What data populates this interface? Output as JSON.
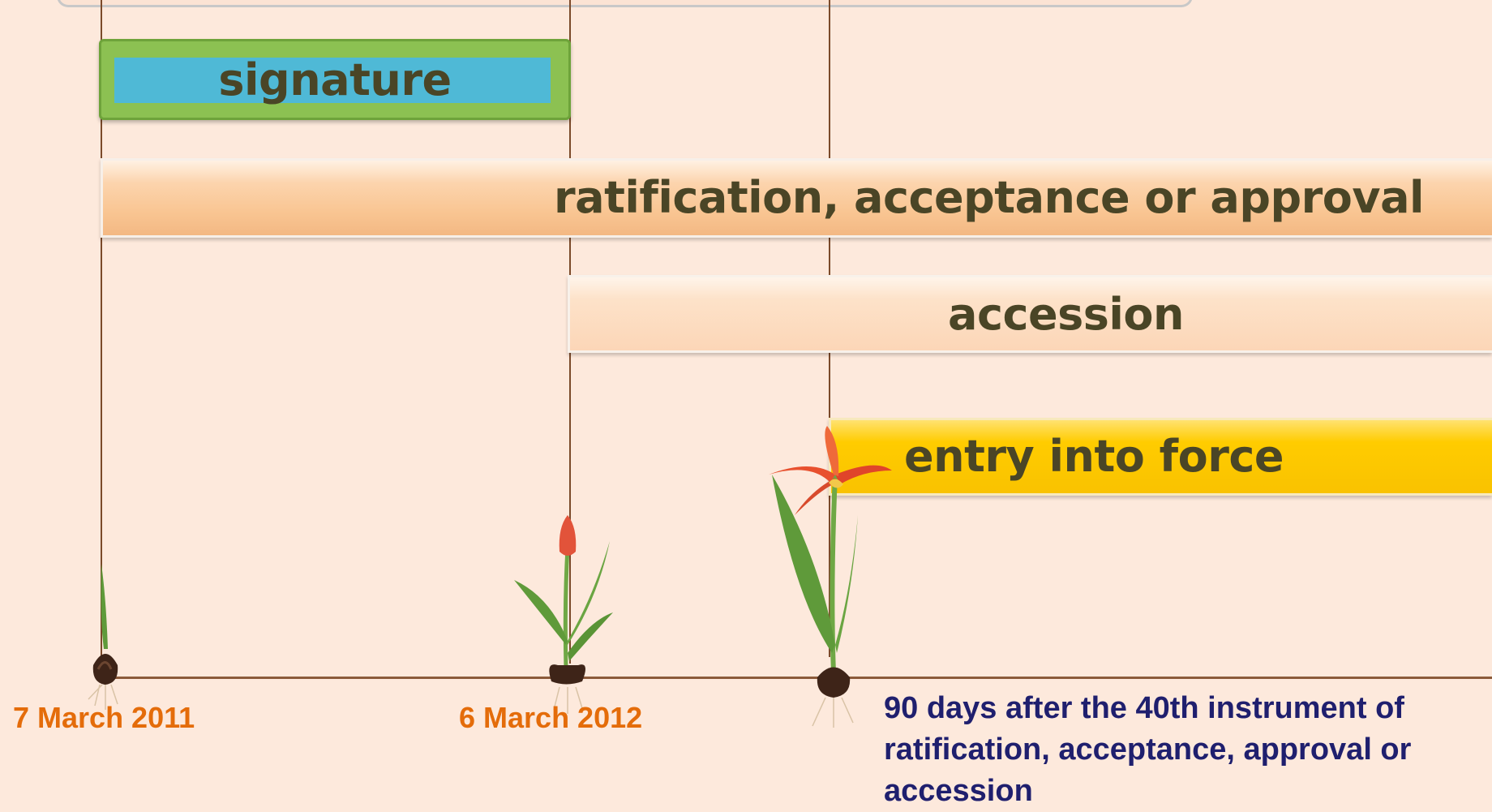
{
  "bars": {
    "signature": "signature",
    "ratification": "ratification, acceptance or approval",
    "accession": "accession",
    "entry_into_force": "entry into force"
  },
  "dates": {
    "signature_open": "7 March 2011",
    "signature_close": "6 March 2012"
  },
  "entry_into_force_note": "90 days after the 40th instrument of ratification, acceptance, approval or accession",
  "colors": {
    "signature_bar": "#4fb9d6",
    "signature_border": "#8cc152",
    "ratification_bar": "#f9c592",
    "accession_bar": "#fcd6b7",
    "entry_into_force_bar": "#ffcc00",
    "date_text": "#e46c0a",
    "note_text": "#1f1f6e",
    "background": "#fde9dc"
  },
  "icons": [
    "tulip-bulb-sprout-icon",
    "tulip-bud-icon",
    "tulip-bloom-icon"
  ]
}
